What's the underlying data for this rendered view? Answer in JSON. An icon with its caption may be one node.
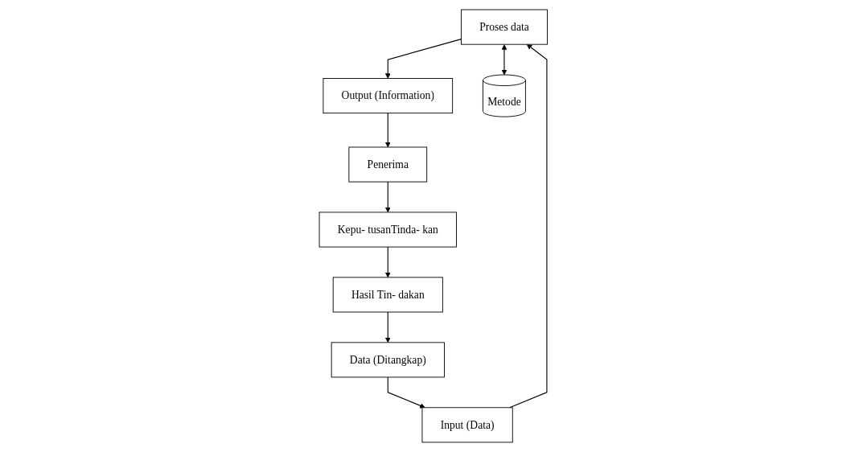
{
  "diagram": {
    "nodes": [
      {
        "text": [
          "Proses data"
        ]
      },
      {
        "text": [
          "Input (Data)"
        ]
      },
      {
        "text": [
          "Output (Information)"
        ]
      },
      {
        "text": [
          "Metode"
        ]
      },
      {
        "text": [
          "Data (Ditangkap)"
        ]
      },
      {
        "text": [
          "Penerima"
        ]
      },
      {
        "text": [
          "Hasil Tin- dakan"
        ]
      },
      {
        "text": [
          "Kepu- tusanTinda- kan"
        ]
      }
    ],
    "edges": [
      {
        "from": 1,
        "to": 0,
        "arrow": "to"
      },
      {
        "from": 0,
        "to": 2,
        "arrow": "to"
      },
      {
        "from": 0,
        "to": 3,
        "arrow": "both"
      },
      {
        "from": 2,
        "to": 5,
        "arrow": "to"
      },
      {
        "from": 5,
        "to": 7,
        "arrow": "to"
      },
      {
        "from": 7,
        "to": 6,
        "arrow": "to"
      },
      {
        "from": 6,
        "to": 4,
        "arrow": "to"
      },
      {
        "from": 4,
        "to": 1,
        "arrow": "to"
      }
    ]
  }
}
